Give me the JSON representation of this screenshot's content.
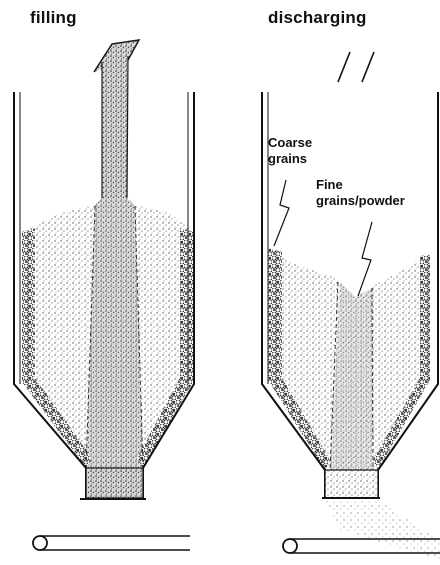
{
  "panels": {
    "left": {
      "title": "filling"
    },
    "right": {
      "title": "discharging"
    }
  },
  "annotations": {
    "coarse": "Coarse\ngrains",
    "fine": "Fine\ngrains/powder"
  },
  "colors": {
    "ink": "#1a1a1a",
    "background": "#ffffff"
  }
}
